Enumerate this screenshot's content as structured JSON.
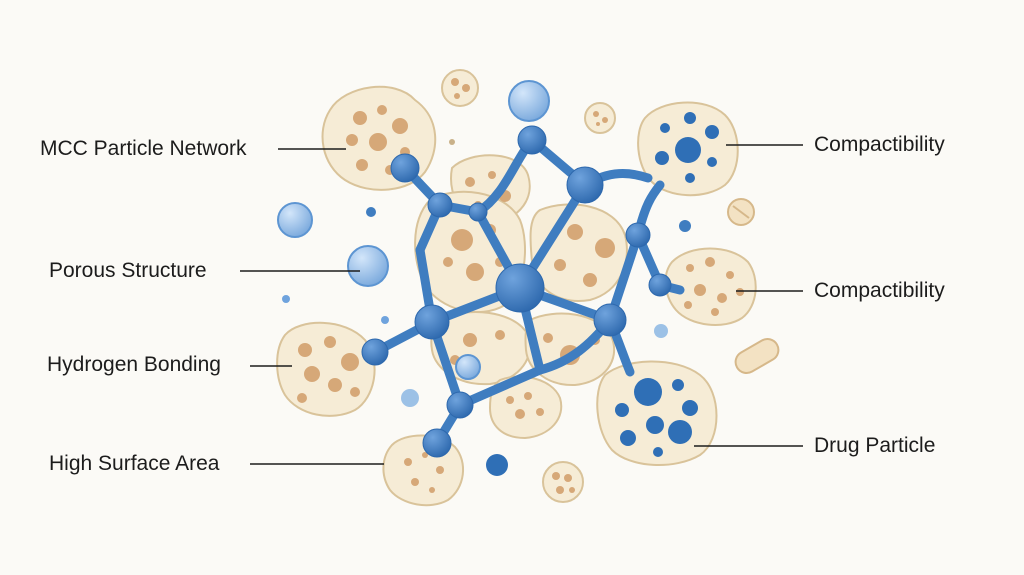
{
  "labels": {
    "left": [
      "MCC Particle Network",
      "Porous Structure",
      "Hydrogen Bonding",
      "High Surface Area"
    ],
    "right": [
      "Compactibility",
      "Compactibility",
      "Drug Particle"
    ]
  },
  "colors": {
    "background": "#fbfaf6",
    "particle_fill": "#f6ecd6",
    "particle_stroke": "#d9c39a",
    "pore": "#d6a878",
    "network_blue": "#3f7dc0",
    "drug_blue": "#2f6fb6",
    "bubble_blue": "#8db7e4",
    "leader_line": "#1c1c1c"
  }
}
